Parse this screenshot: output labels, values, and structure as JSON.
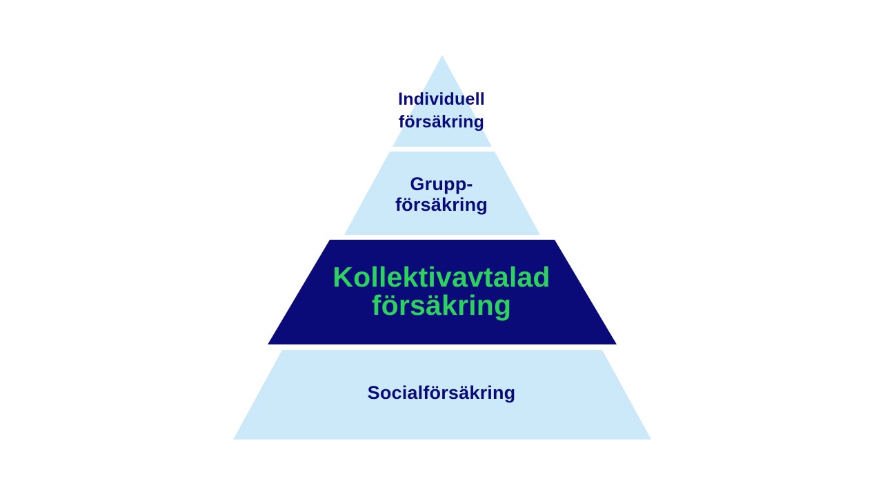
{
  "diagram": {
    "type": "pyramid",
    "levels_top_to_bottom": 4,
    "layers": [
      {
        "id": "individuell-forsakring",
        "line1": "Individuell",
        "line2": "försäkring",
        "fill": "#cbe9f8",
        "text_color": "#0a0a78"
      },
      {
        "id": "grupp-forsakring",
        "line1": "Grupp-",
        "line2": "försäkring",
        "fill": "#cbe9f8",
        "text_color": "#0a0a78"
      },
      {
        "id": "kollektivavtalad-forsakring",
        "line1": "Kollektivavtalad",
        "line2": "försäkring",
        "fill": "#0a0a78",
        "text_color": "#2ed05f"
      },
      {
        "id": "socialforsakring",
        "line1": "Socialförsäkring",
        "line2": "",
        "fill": "#cbe9f8",
        "text_color": "#0a0a78"
      }
    ]
  },
  "colors": {
    "light_blue": "#cbe9f8",
    "navy": "#0a0a78",
    "green": "#2ed05f",
    "background": "#ffffff"
  }
}
